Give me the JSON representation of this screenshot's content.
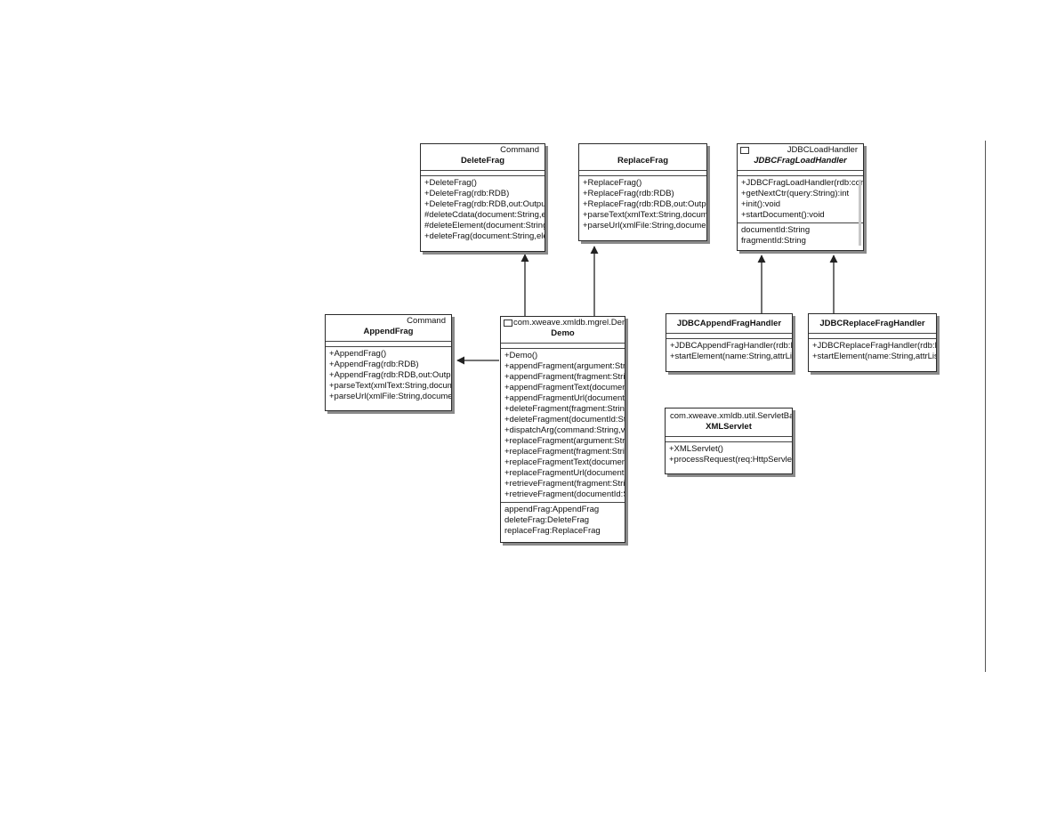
{
  "classes": {
    "delete_frag": {
      "stereotype": "Command",
      "name": "DeleteFrag",
      "operations": [
        "+DeleteFrag()",
        "+DeleteFrag(rdb:RDB)",
        "+DeleteFrag(rdb:RDB,out:Output)",
        "#deleteCdata(document:String,ele",
        "#deleteElement(document:String,e",
        "+deleteFrag(document:String,elem"
      ]
    },
    "replace_frag": {
      "name": "ReplaceFrag",
      "operations": [
        "+ReplaceFrag()",
        "+ReplaceFrag(rdb:RDB)",
        "+ReplaceFrag(rdb:RDB,out:Output)",
        "+parseText(xmlText:String,documer",
        "+parseUrl(xmlFile:String,document"
      ]
    },
    "jdbc_frag_load_handler": {
      "stereotype": "JDBCLoadHandler",
      "name": "JDBCFragLoadHandler",
      "operations": [
        "+JDBCFragLoadHandler(rdb:cor",
        "+getNextCtr(query:String):int",
        "+init():void",
        "+startDocument():void"
      ],
      "attributes": [
        "documentId:String",
        "fragmentId:String"
      ]
    },
    "append_frag": {
      "stereotype": "Command",
      "name": "AppendFrag",
      "operations": [
        "+AppendFrag()",
        "+AppendFrag(rdb:RDB)",
        "+AppendFrag(rdb:RDB,out:Output)",
        "+parseText(xmlText:String,docume",
        "+parseUrl(xmlFile:String,document"
      ]
    },
    "demo": {
      "stereotype": "com.xweave.xmldb.mgrel.Demo",
      "name": "Demo",
      "operations": [
        "+Demo()",
        "+appendFragment(argument:Strin",
        "+appendFragment(fragment:String",
        "+appendFragmentText(documentI",
        "+appendFragmentUrl(documentId:",
        "+deleteFragment(fragment:String):",
        "+deleteFragment(documentId:Strin",
        "+dispatchArg(command:String,valu",
        "+replaceFragment(argument:Strin",
        "+replaceFragment(fragment:String",
        "+replaceFragmentText(documentIc",
        "+replaceFragmentUrl(documentId:",
        "+retrieveFragment(fragment:String",
        "+retrieveFragment(documentId:Str"
      ],
      "attributes": [
        "appendFrag:AppendFrag",
        "deleteFrag:DeleteFrag",
        "replaceFrag:ReplaceFrag"
      ]
    },
    "jdbc_append_frag_handler": {
      "name": "JDBCAppendFragHandler",
      "operations": [
        "+JDBCAppendFragHandler(rdb:RD",
        "+startElement(name:String,attrList:"
      ]
    },
    "jdbc_replace_frag_handler": {
      "name": "JDBCReplaceFragHandler",
      "operations": [
        "+JDBCReplaceFragHandler(rdb:RD",
        "+startElement(name:String,attrList:"
      ]
    },
    "xml_servlet": {
      "stereotype": "com.xweave.xmldb.util.ServletBase",
      "name": "XMLServlet",
      "operations": [
        "+XMLServlet()",
        "+processRequest(req:HttpServletR"
      ]
    }
  },
  "colors": {
    "line": "#222222",
    "shadow": "#8a8a8a"
  }
}
